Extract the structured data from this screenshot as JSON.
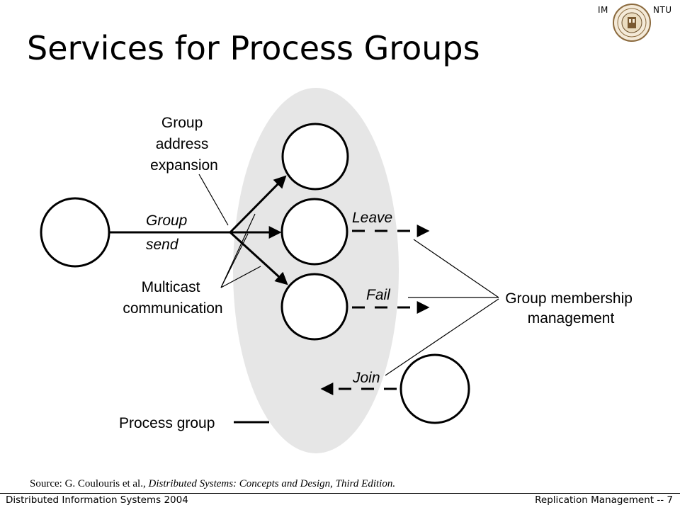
{
  "slide": {
    "title": "Services for Process Groups",
    "logo": {
      "left_text": "IM",
      "right_text": "NTU"
    }
  },
  "diagram": {
    "labels": {
      "group_address_expansion": [
        "Group",
        "address",
        "expansion"
      ],
      "group_send": [
        "Group",
        "send"
      ],
      "multicast_communication": [
        "Multicast",
        "communication"
      ],
      "leave": "Leave",
      "fail": "Fail",
      "join": "Join",
      "group_membership_management": [
        "Group membership",
        "management"
      ],
      "process_group": "Process group"
    }
  },
  "source": {
    "prefix": "Source: G. Coulouris et al., ",
    "book": "Distributed Systems: Concepts and Design, Third Edition."
  },
  "footer": {
    "left": "Distributed Information Systems 2004",
    "right": "Replication Management -- 7"
  },
  "colors": {
    "group_fill": "#e6e6e6",
    "ink": "#000000",
    "background": "#ffffff"
  }
}
